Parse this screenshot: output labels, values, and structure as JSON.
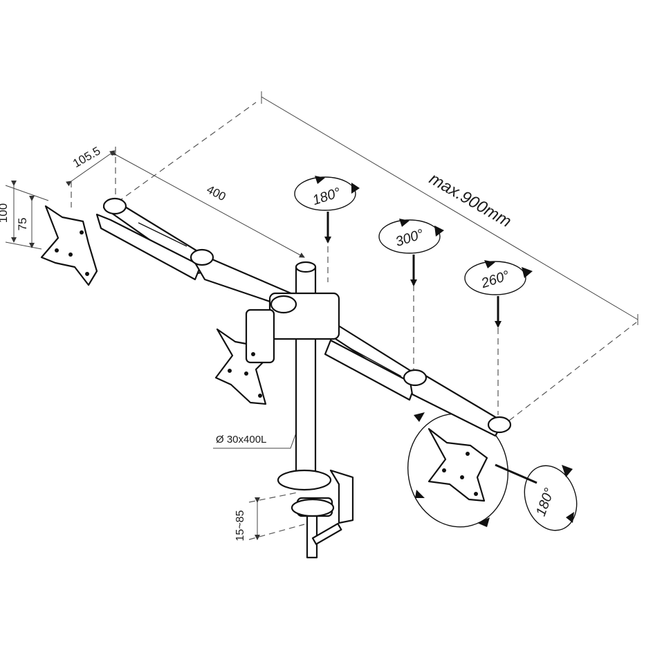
{
  "diagram": {
    "dimensions": {
      "vesa_large": "100",
      "vesa_small": "75",
      "arm_offset": "105.5",
      "arm_length": "400",
      "max_width": "max.900mm",
      "pole": "Ø 30x400L",
      "clamp_range": "15~85"
    },
    "rotations": {
      "pole_swivel": "180°",
      "middle_joint_swivel": "300°",
      "end_joint_swivel": "260°",
      "plate_tilt": "180°"
    }
  }
}
